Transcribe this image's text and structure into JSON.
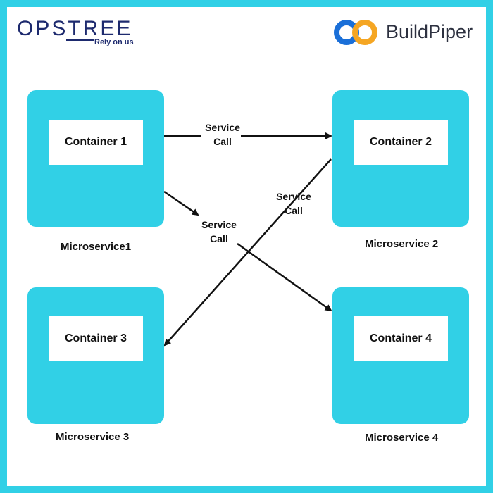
{
  "logos": {
    "opstree_word": "OPSTREE",
    "opstree_tagline": "Rely on us",
    "buildpiper_name": "BuildPiper"
  },
  "colors": {
    "accent": "#31d0e6",
    "opstree_navy": "#1d2a6e",
    "buildpiper_blue": "#1a6fd8",
    "buildpiper_orange": "#f5a623"
  },
  "microservices": [
    {
      "container": "Container 1",
      "label": "Microservice1"
    },
    {
      "container": "Container 2",
      "label": "Microservice 2"
    },
    {
      "container": "Container 3",
      "label": "Microservice 3"
    },
    {
      "container": "Container 4",
      "label": "Microservice 4"
    }
  ],
  "service_calls": [
    {
      "line1": "Service",
      "line2": "Call"
    },
    {
      "line1": "Service",
      "line2": "Call"
    },
    {
      "line1": "Service",
      "line2": "Call"
    }
  ]
}
